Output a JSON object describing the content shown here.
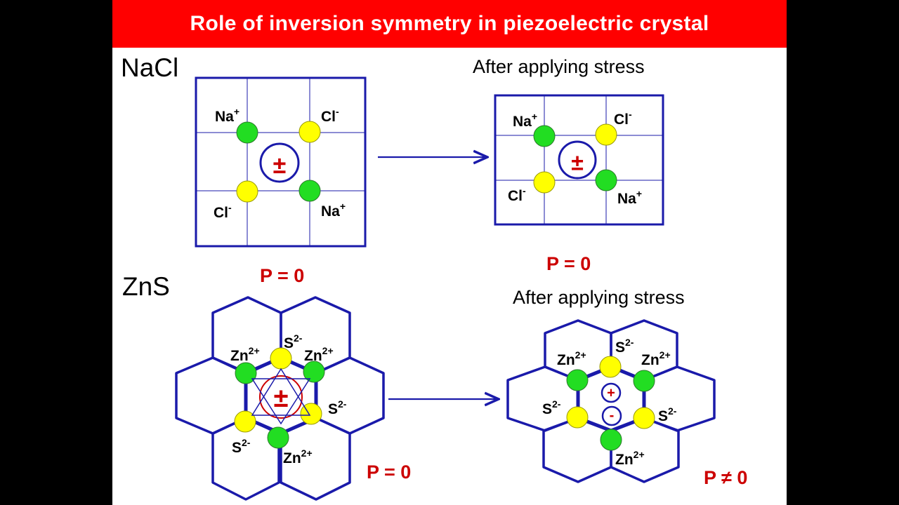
{
  "title": "Role of inversion symmetry in piezoelectric crystal",
  "sections": {
    "nacl": "NaCl",
    "zns": "ZnS"
  },
  "stress_label": "After applying  stress",
  "polarization": {
    "nacl_before": "P = 0",
    "nacl_after": "P = 0",
    "zns_before": "P = 0",
    "zns_after": "P ≠ 0"
  },
  "ions": {
    "na": "Na",
    "cl": "Cl",
    "zn": "Zn",
    "s": "S",
    "plus": "+",
    "minus": "-",
    "two_plus": "2+",
    "two_minus": "2-"
  },
  "symbols": {
    "plus": "+",
    "minus": "-",
    "plus_minus": "±"
  },
  "colors": {
    "title_bg": "#ff0000",
    "lattice": "#1a1aaa",
    "cation": "#22dd22",
    "anion": "#ffff00",
    "charge": "#cc0000",
    "frame": "#000000"
  }
}
